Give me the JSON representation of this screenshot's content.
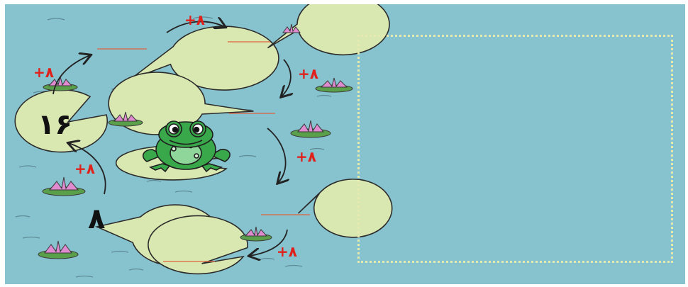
{
  "pads": [
    {
      "id": "pad-top-left",
      "value": ""
    },
    {
      "id": "pad-top-right",
      "value": ""
    },
    {
      "id": "pad-left-middle",
      "value": "۱۶"
    },
    {
      "id": "pad-right-upper",
      "value": ""
    },
    {
      "id": "pad-right-lower",
      "value": ""
    },
    {
      "id": "pad-bottom-left",
      "value": "۸"
    },
    {
      "id": "pad-bottom-center",
      "value": ""
    }
  ],
  "steps": [
    "+۸",
    "+۸",
    "+۸",
    "+۸",
    "+۸",
    "+۸"
  ],
  "colors": {
    "water": "#87c3cf",
    "lily_pad": "#d9e8b0",
    "answer_line": "#e0623a",
    "step_text": "#e0201a",
    "frog": "#39a84a",
    "flower": "#e08ad0",
    "box_border": "#e6e9b0"
  },
  "answer_box": {
    "content": ""
  }
}
